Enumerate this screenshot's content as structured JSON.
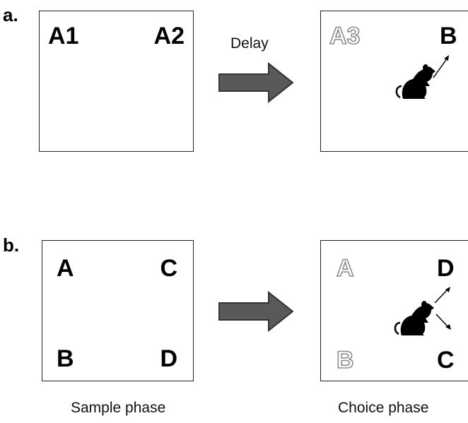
{
  "panel_a": {
    "label": "a.",
    "sample_objects": [
      "A1",
      "A2"
    ],
    "transition_label": "Delay",
    "choice_objects": {
      "familiar": "A3",
      "novel": "B"
    }
  },
  "panel_b": {
    "label": "b.",
    "sample_objects": {
      "top_left": "A",
      "top_right": "C",
      "bottom_left": "B",
      "bottom_right": "D"
    },
    "choice_objects": {
      "top_left": "A",
      "top_right": "D",
      "bottom_left": "B",
      "bottom_right": "C"
    }
  },
  "captions": {
    "sample": "Sample phase",
    "choice": "Choice phase"
  },
  "icons": {
    "transition": "right-arrow-icon",
    "animal": "rat-icon"
  },
  "colors": {
    "outline": "#8c8c8c",
    "arrow_fill": "#595959",
    "arrow_stroke": "#333333"
  }
}
